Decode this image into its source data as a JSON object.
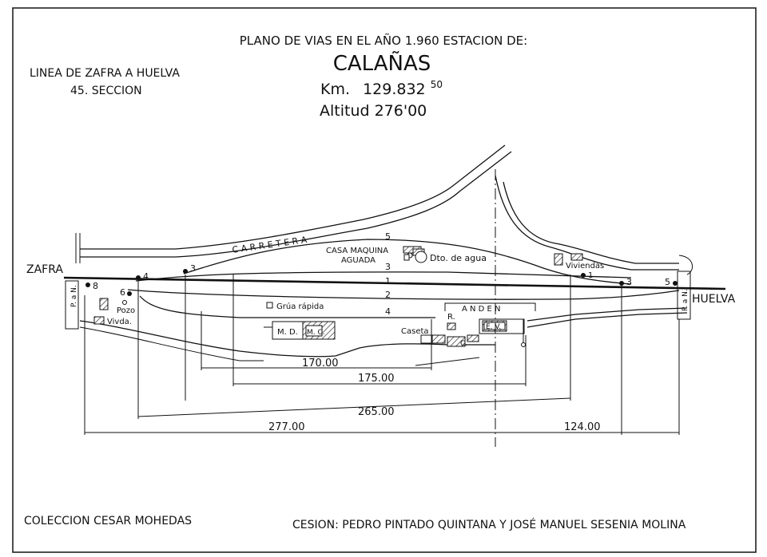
{
  "header": {
    "title": "PLANO DE VIAS EN EL AÑO 1.960 ESTACION DE:",
    "station": "CALAÑAS",
    "km_label": "Km.",
    "km_value": "129.832",
    "km_sup": "50",
    "altitude": "Altitud 276'00"
  },
  "line": {
    "name": "LINEA DE ZAFRA A HUELVA",
    "section": "45. SECCION"
  },
  "ends": {
    "left": "ZAFRA",
    "right": "HUELVA"
  },
  "road_label": "C A R R E T E R A",
  "tracks": [
    "1",
    "2",
    "3",
    "4",
    "5"
  ],
  "switches": [
    "8",
    "6",
    "4",
    "3",
    "1",
    "3",
    "5"
  ],
  "buildings": {
    "engine_house": "CASA MAQUINA",
    "water": "AGUADA",
    "water_tank": "Dto. de agua",
    "housing_right": "Viviendas",
    "well": "Pozo",
    "housing_left": "Vivda.",
    "crane": "Grúa rápida",
    "platform": "A N D E N",
    "hut": "Caseta",
    "r_label": "R.",
    "md": "M. D.",
    "mc": "M. C.",
    "ev": "E. V.",
    "c": "C.",
    "pn_left": "P. a N.",
    "pn_right": "P. a N."
  },
  "dimensions": [
    "170.00",
    "175.00",
    "265.00",
    "277.00",
    "124.00"
  ],
  "footer": {
    "collection": "COLECCION CESAR MOHEDAS",
    "credit": "CESION: PEDRO PINTADO QUINTANA Y JOSÉ MANUEL SESENIA MOLINA"
  }
}
